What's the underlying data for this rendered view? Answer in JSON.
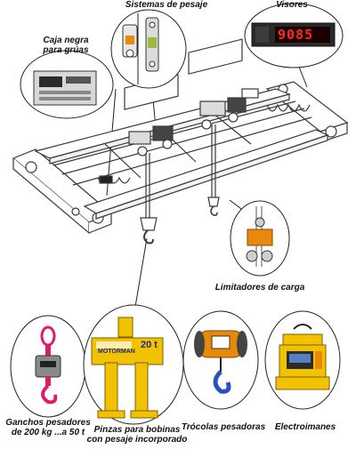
{
  "labels": {
    "sistemas_pesaje": "Sistemas de pesaje",
    "visores": "Visores",
    "caja_negra_l1": "Caja negra",
    "caja_negra_l2": "para grúas",
    "limitadores": "Limitadores de carga",
    "ganchos_l1": "Ganchos pesadores",
    "ganchos_l2": "de 200 kg ...a 50 t",
    "pinzas_l1": "Pinzas para bobinas",
    "pinzas_l2": "con pesaje incorporado",
    "trocolas": "Trócolas pesadoras",
    "electroimanes": "Electroimanes"
  },
  "display_value": "9085",
  "clamp_brand": "MOTORMAN",
  "clamp_capacity": "20 t",
  "colors": {
    "crane_line": "#3a3a3a",
    "yellow": "#f2c200",
    "orange": "#e8890a",
    "red_display": "#ff2a1a",
    "magenta_hook": "#e01a6a",
    "blue_text": "#1b2a8a"
  }
}
